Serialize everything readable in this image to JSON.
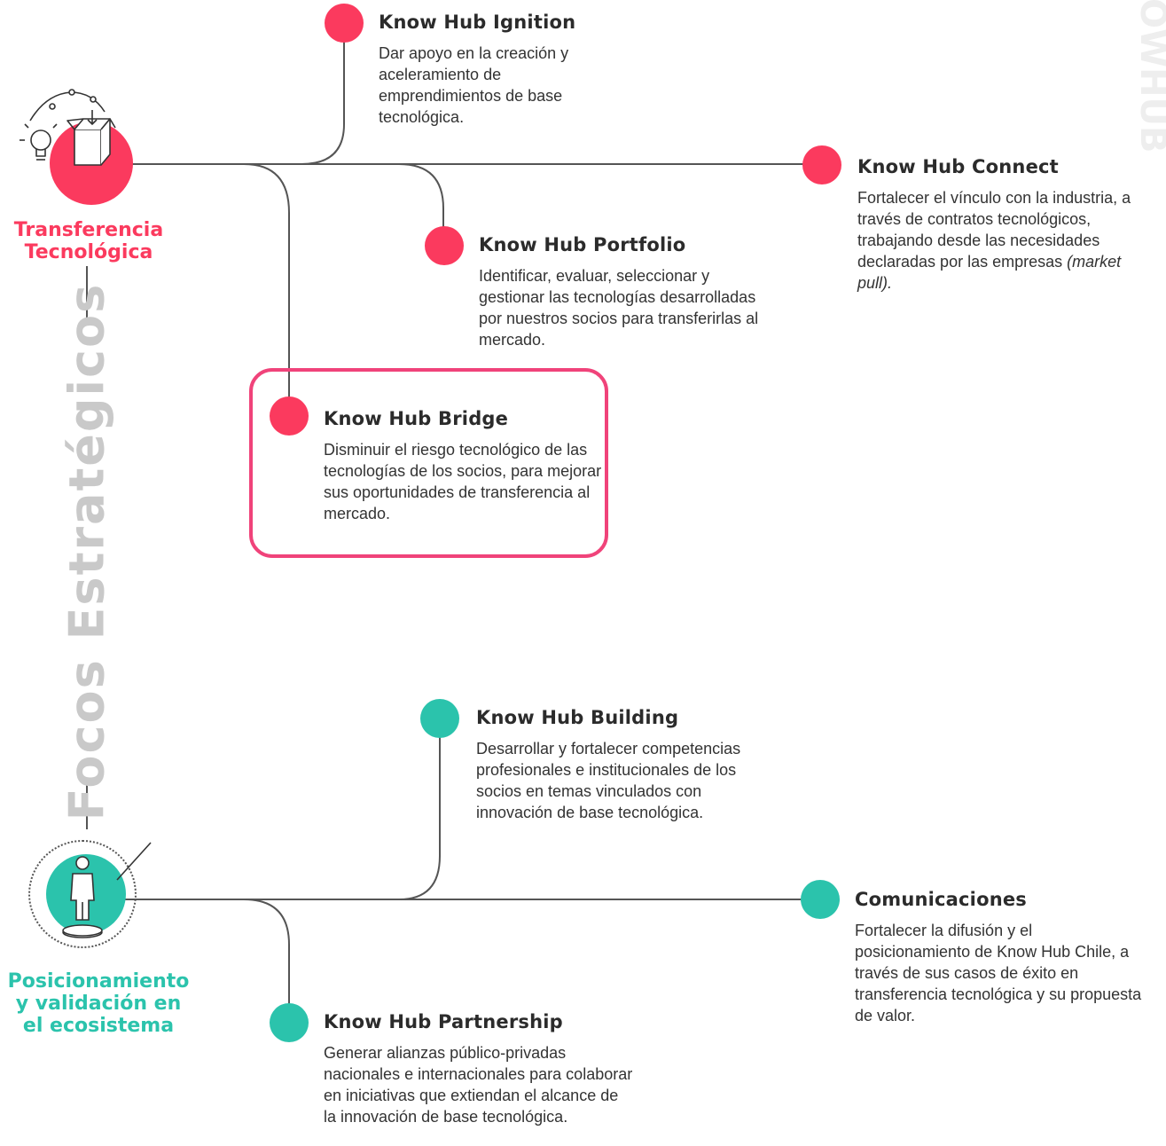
{
  "colors": {
    "pink": "#fb3a5e",
    "teal": "#2bc3ac",
    "line": "#555555",
    "title": "#c9c9c9"
  },
  "side_title": "Focos Estratégicos",
  "watermark": "KNOWHUB",
  "pillars": {
    "transfer": {
      "label_line1": "Transferencia",
      "label_line2": "Tecnológica",
      "icon": "lightbulb-box-icon"
    },
    "positioning": {
      "label_line1": "Posicionamiento",
      "label_line2": "y validación en",
      "label_line3": "el ecosistema",
      "icon": "person-on-pedestal-icon"
    }
  },
  "items": {
    "ignition": {
      "title": "Know Hub Ignition",
      "text": "Dar apoyo en la creación y aceleramiento de emprendimientos de base tecnológica."
    },
    "connect": {
      "title": "Know Hub Connect",
      "text": "Fortalecer el vínculo con la industria, a través de contratos tecnológicos, trabajando desde las necesidades declaradas por las empresas",
      "text_em": "(market pull)."
    },
    "portfolio": {
      "title": "Know Hub Portfolio",
      "text": "Identificar, evaluar, seleccionar y gestionar las tecnologías desarrolladas por nuestros socios para transferirlas al mercado."
    },
    "bridge": {
      "title": "Know Hub Bridge",
      "text": "Disminuir el riesgo tecnológico de las tecnologías de los socios, para mejorar sus oportunidades de transferencia al mercado."
    },
    "building": {
      "title": "Know Hub Building",
      "text": "Desarrollar y fortalecer competencias profesionales e institucionales de los socios en temas vinculados con innovación de base tecnológica."
    },
    "comunicaciones": {
      "title": "Comunicaciones",
      "text": "Fortalecer la difusión y el posicionamiento de Know Hub Chile, a través de sus casos de éxito en transferencia tecnológica y su propuesta de valor."
    },
    "partnership": {
      "title": "Know Hub Partnership",
      "text": "Generar alianzas público-privadas nacionales e internacionales para colaborar en iniciativas que extiendan el alcance de la innovación de base tecnológica."
    }
  }
}
